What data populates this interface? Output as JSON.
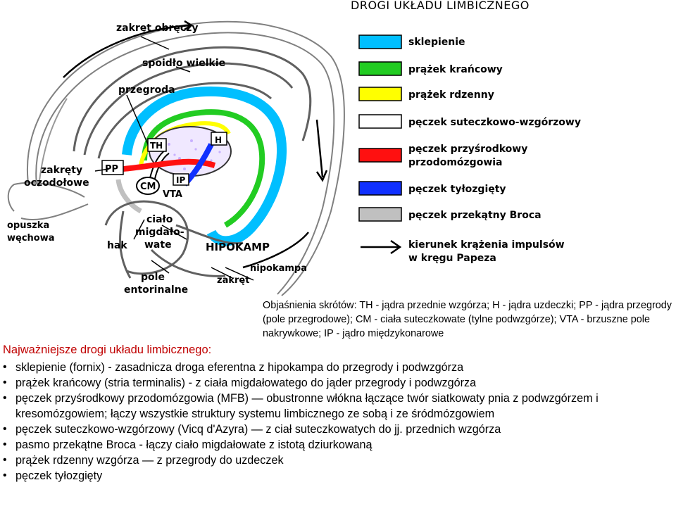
{
  "legend": {
    "title": "DROGI UKŁADU LIMBICZNEGO",
    "items": [
      {
        "label": "sklepienie",
        "color": "#00bfff"
      },
      {
        "label": "prążek krańcowy",
        "color": "#22cc22"
      },
      {
        "label": "prążek rdzenny",
        "color": "#ffff00"
      },
      {
        "label": "pęczek suteczkowo-wzgórzowy",
        "color": "#ffffff"
      },
      {
        "label": "pęczek przyśrodkowy przodomózgowia",
        "color": "#ff1010"
      },
      {
        "label": "pęczek tyłozgięty",
        "color": "#1030ff"
      },
      {
        "label": "pęczek przekątny Broca",
        "color": "#c0c0c0"
      },
      {
        "label": "kierunek krążenia impulsów w kręgu Papeza",
        "icon": "arrow-icon"
      }
    ]
  },
  "diagram_labels": {
    "zakret_obreczy": "zakręt obręczy",
    "spoidlo": "spoidło wielkie",
    "przegroda": "przegroda",
    "zakrety_1": "zakręty",
    "zakrety_2": "oczodołowe",
    "pp": "PP",
    "th": "TH",
    "h": "H",
    "cm": "CM",
    "ip": "IP",
    "vta": "VTA",
    "opuszka_1": "opuszka",
    "opuszka_2": "węchowa",
    "cialo_1": "ciało",
    "cialo_2": "migdało-",
    "cialo_3": "wate",
    "hak": "hak",
    "hipokamp_upper": "HIPOKAMP",
    "pole_1": "pole",
    "pole_2": "entorinalne",
    "hipokampa": "hipokampa",
    "zakret": "zakręt"
  },
  "explanation": "Objaśnienia skrótów: TH - jądra przednie wzgórza; H - jądra uzdeczki; PP - jądra przegrody (pole przegrodowe); CM - ciała suteczkowate (tylne podwzgórze); VTA - brzuszne pole nakrywkowe; IP - jądro międzykonarowe",
  "section_title": "Najważniejsze drogi układu limbicznego:",
  "bullets": [
    "sklepienie (fornix) - zasadnicza droga eferentna z hipokampa do przegrody i podwzgórza",
    "prążek krańcowy (stria terminalis) - z ciała migdałowatego do jąder przegrody i podwzgórza",
    "pęczek przyśrodkowy przodomózgowia (MFB) — obustronne włókna łączące twór siatkowaty pnia z podwzgórzem i kresomózgowiem; łączy wszystkie struktury systemu limbicznego ze sobą i ze śródmózgowiem",
    "pęczek suteczkowo-wzgórzowy (Vicq d'Azyra) — z ciał suteczkowatych do jj. przednich wzgórza",
    "pasmo przekątne Broca - łączy ciało migdałowate z istotą dziurkowaną",
    "prążek rdzenny wzgórza — z przegrody do uzdeczek",
    "pęczek tyłozgięty"
  ]
}
